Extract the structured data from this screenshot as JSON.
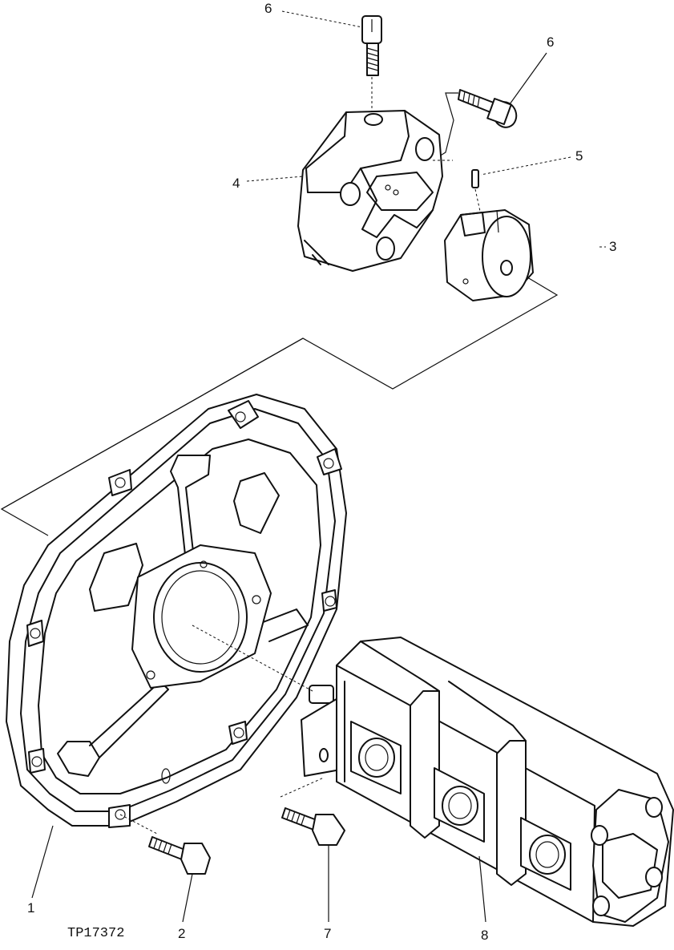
{
  "figure_id": "TP17372",
  "callouts": {
    "c1": "1",
    "c2": "2",
    "c3": "3",
    "c4": "4",
    "c5": "5",
    "c6a": "6",
    "c6b": "6",
    "c7": "7",
    "c8": "8"
  }
}
